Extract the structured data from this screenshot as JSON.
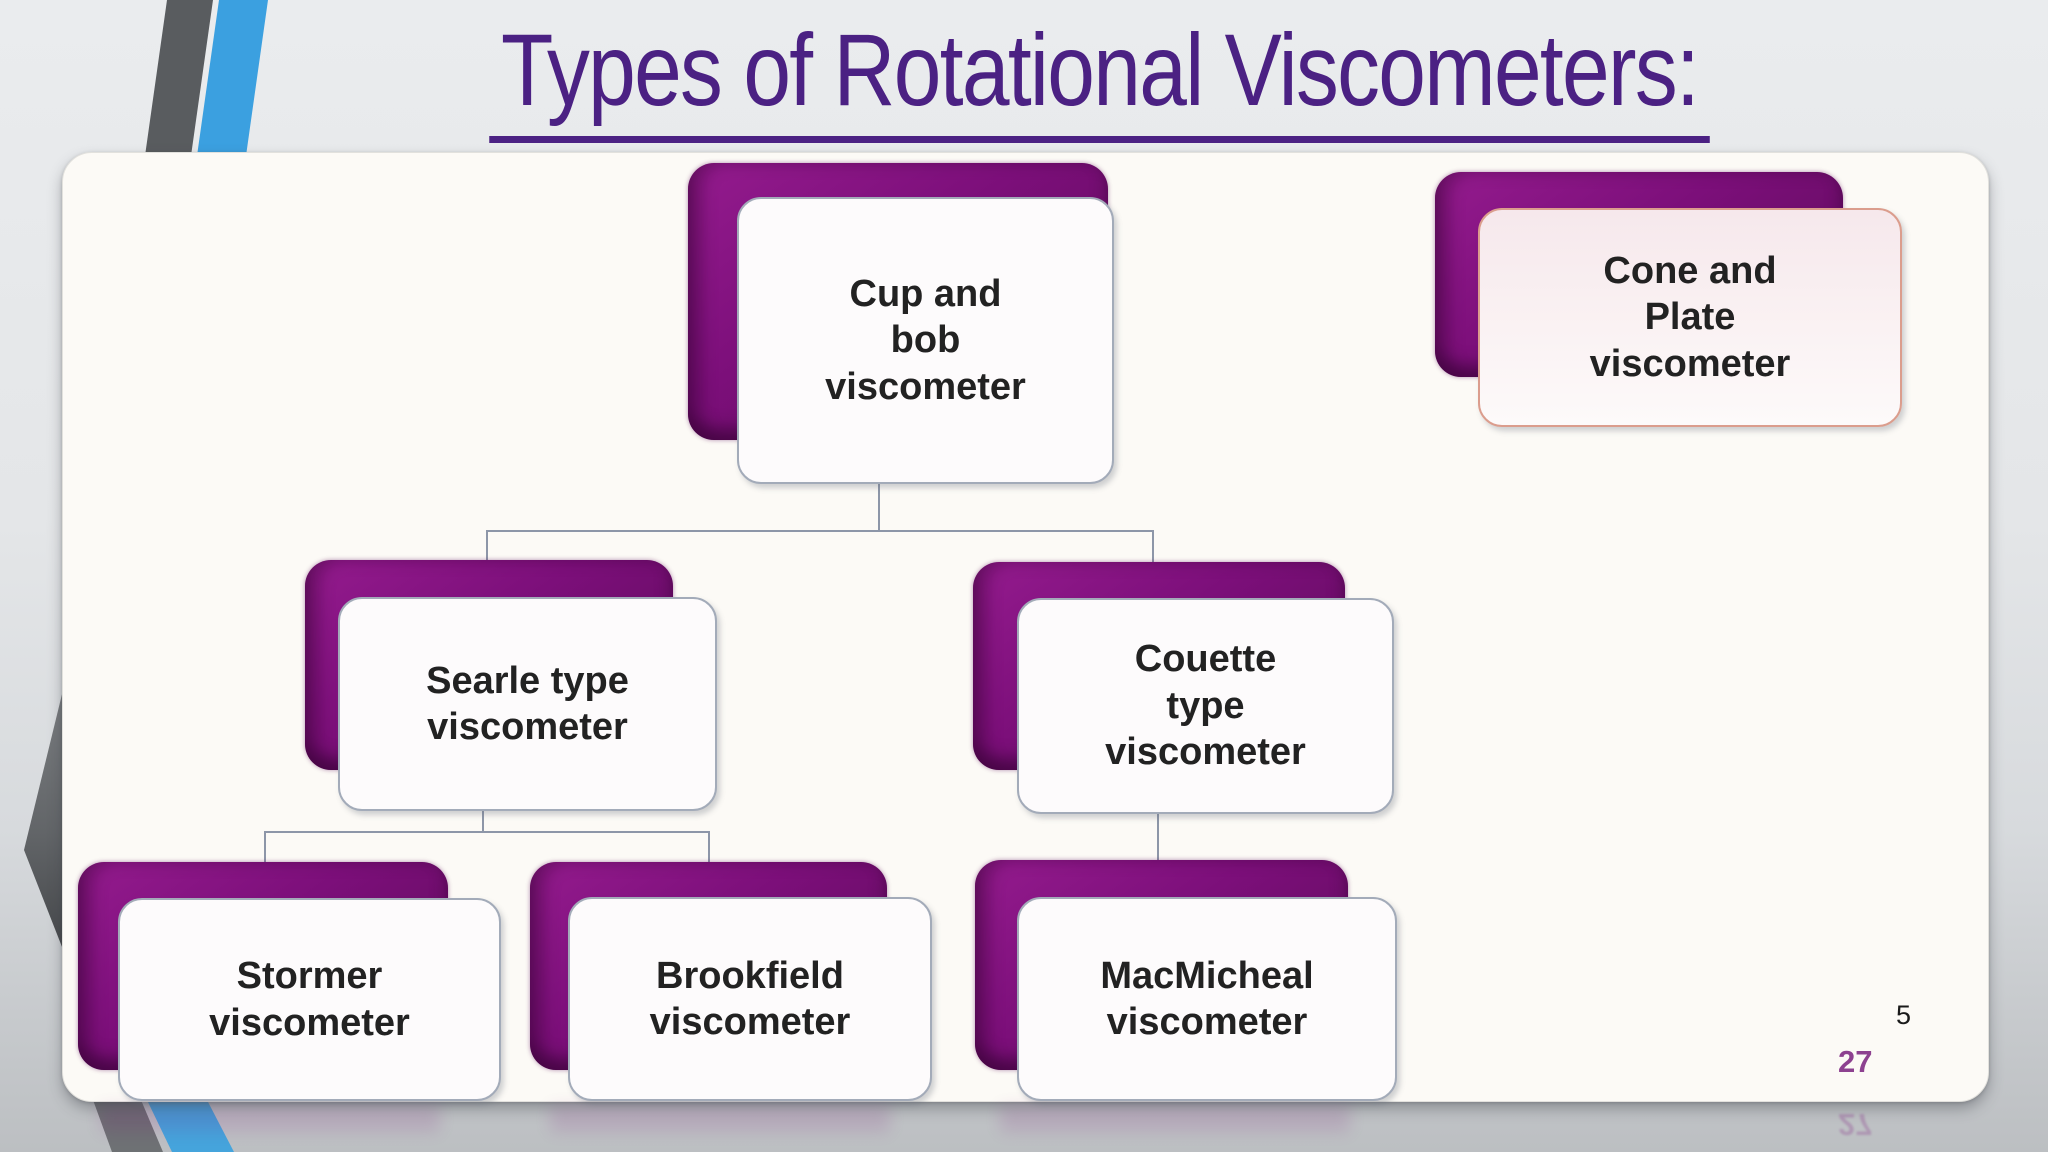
{
  "slide": {
    "title": "Types of Rotational Viscometers:",
    "page_number": "5",
    "slide_number": "27"
  },
  "diagram": {
    "type": "hierarchy",
    "nodes": [
      {
        "id": "cup-and-bob",
        "label": "Cup and\nbob\nviscometer",
        "level": 1,
        "parent": null
      },
      {
        "id": "cone-and-plate",
        "label": "Cone and\nPlate\nviscometer",
        "level": 1,
        "parent": null
      },
      {
        "id": "searle-type",
        "label": "Searle type\nviscometer",
        "level": 2,
        "parent": "cup-and-bob"
      },
      {
        "id": "couette-type",
        "label": "Couette\ntype\nviscometer",
        "level": 2,
        "parent": "cup-and-bob"
      },
      {
        "id": "stormer",
        "label": "Stormer\nviscometer",
        "level": 3,
        "parent": "searle-type"
      },
      {
        "id": "brookfield",
        "label": "Brookfield\nviscometer",
        "level": 3,
        "parent": "searle-type"
      },
      {
        "id": "macmicheal",
        "label": "MacMicheal\nviscometer",
        "level": 3,
        "parent": "couette-type"
      }
    ]
  },
  "colors": {
    "title_purple": "#4b2183",
    "node_shadow_purple": "#7c0f7a",
    "card_fill": "#fdfbfc",
    "card_border_gray": "#a3abb9",
    "cone_card_fill": "#f6e8ec",
    "cone_card_border": "#db9d8d",
    "connector_gray": "#8d96a8",
    "stripe_gray": "#595c5f",
    "stripe_blue": "#3ba0e0",
    "slide_number_purple": "#8d4190",
    "panel_fill": "#fcfaf6"
  }
}
